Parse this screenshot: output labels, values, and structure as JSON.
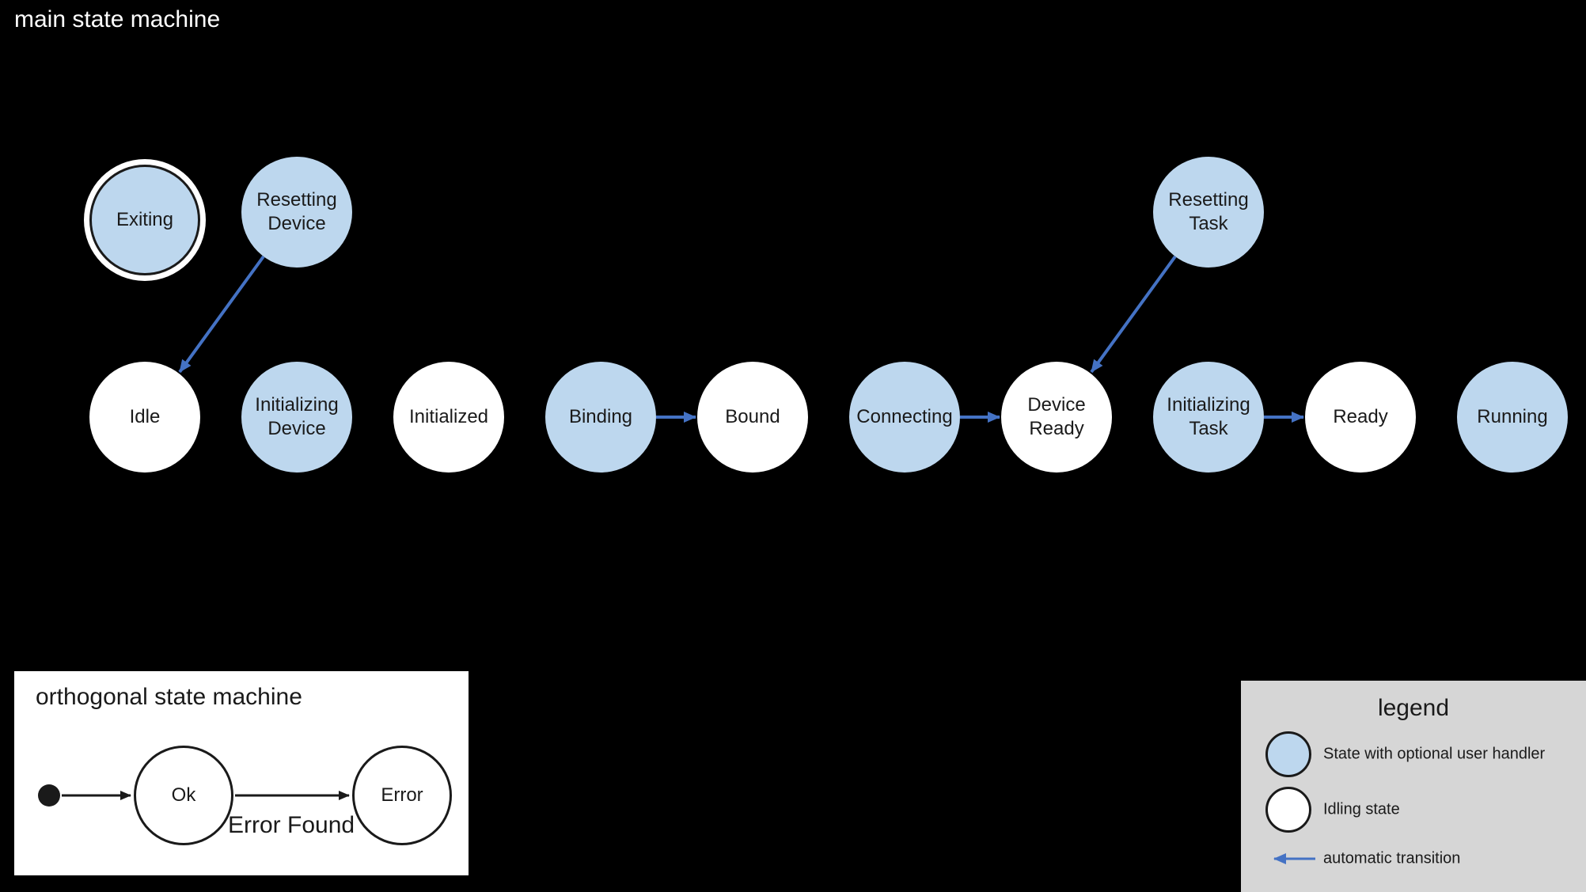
{
  "main_machine": {
    "title": "main state machine",
    "states": [
      {
        "label": "Exiting",
        "type": "user_handler",
        "final": true
      },
      {
        "label": "Resetting Device",
        "type": "user_handler"
      },
      {
        "label": "Resetting Task",
        "type": "user_handler"
      },
      {
        "label": "Idle",
        "type": "idling"
      },
      {
        "label": "Initializing Device",
        "type": "user_handler"
      },
      {
        "label": "Initialized",
        "type": "idling"
      },
      {
        "label": "Binding",
        "type": "user_handler"
      },
      {
        "label": "Bound",
        "type": "idling"
      },
      {
        "label": "Connecting",
        "type": "user_handler"
      },
      {
        "label": "Device Ready",
        "type": "idling"
      },
      {
        "label": "Initializing Task",
        "type": "user_handler"
      },
      {
        "label": "Ready",
        "type": "idling"
      },
      {
        "label": "Running",
        "type": "user_handler"
      }
    ],
    "transitions": [
      {
        "from": "Resetting Device",
        "to": "Idle"
      },
      {
        "from": "Resetting Task",
        "to": "Device Ready"
      },
      {
        "from": "Binding",
        "to": "Bound"
      },
      {
        "from": "Connecting",
        "to": "Device Ready"
      },
      {
        "from": "Initializing Task",
        "to": "Ready"
      }
    ]
  },
  "orthogonal_machine": {
    "title": "orthogonal state machine",
    "states": [
      {
        "label": "Ok"
      },
      {
        "label": "Error"
      }
    ],
    "initial_transition_to": "Ok",
    "transitions": [
      {
        "from": "Ok",
        "to": "Error",
        "label": "Error Found"
      }
    ]
  },
  "legend": {
    "title": "legend",
    "items": [
      {
        "swatch": "state-with-user-handler",
        "label": "State with optional user handler"
      },
      {
        "swatch": "idling-state",
        "label": "Idling state"
      },
      {
        "swatch": "automatic-transition",
        "label": "automatic transition"
      }
    ]
  },
  "colors": {
    "background": "#000000",
    "state_user_handler_fill": "#bdd7ee",
    "state_idling_fill": "#ffffff",
    "state_outline": "#1a1a1a",
    "final_state_ring": "#ffffff",
    "transition_arrow": "#4472c4",
    "legend_background": "#d6d6d6",
    "text": "#1a1a1a"
  }
}
